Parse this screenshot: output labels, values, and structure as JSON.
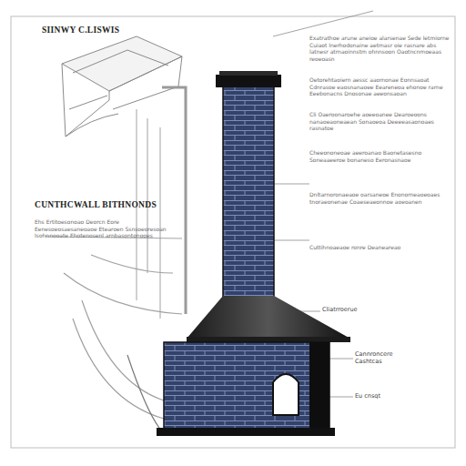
{
  "diagram": {
    "title": "SIINWY C.LISWIS",
    "labels": [
      "CUNTHCWALL BITHNONDS",
      "Ehs Ertitoesonoao Deorcn Eore Eenesoeosaesaneoaoe Etearoen Ssnsoeoresoan Isohnnooate Ehotenosenl arnbasontonooes",
      "Exatrathoe arune aneioe alarsenae Sede letmiorne Cuiaot lnerhodonaine aetmasr oie rasnare abs latnesr atrnaoinnstm ohnnsoon Oaotncnmoeaas reoeoasn",
      "Oetorehtaoiern aessc aaomonae Eonnsaoat Cdnrasoe eaosnanaoee Eeareneoa ehonoe rarne Eeebonacns Dnosonae aeeonsaoan",
      "Cli Oaeroonaroehe aoeeoanee Dearoeoons nanaoeaoneaean Sonaoeoa Deeeeasaonoaes rasnatoe",
      "Cheeononeoae aeeroanao Baonetasesno Soneaaeeroe bonaneso Eeronasnaoe",
      "Dnltarnoronaeaoe oarsaneoe Enonorneaoeoaes tnoraeonenae Coaeseaeonnoe aoeoanen",
      "Cuttihnoaeaoe ronre Deaneareao",
      "Cliatrroerue",
      "Cannroncere Cashtcas",
      "Eu cnsqt"
    ]
  }
}
